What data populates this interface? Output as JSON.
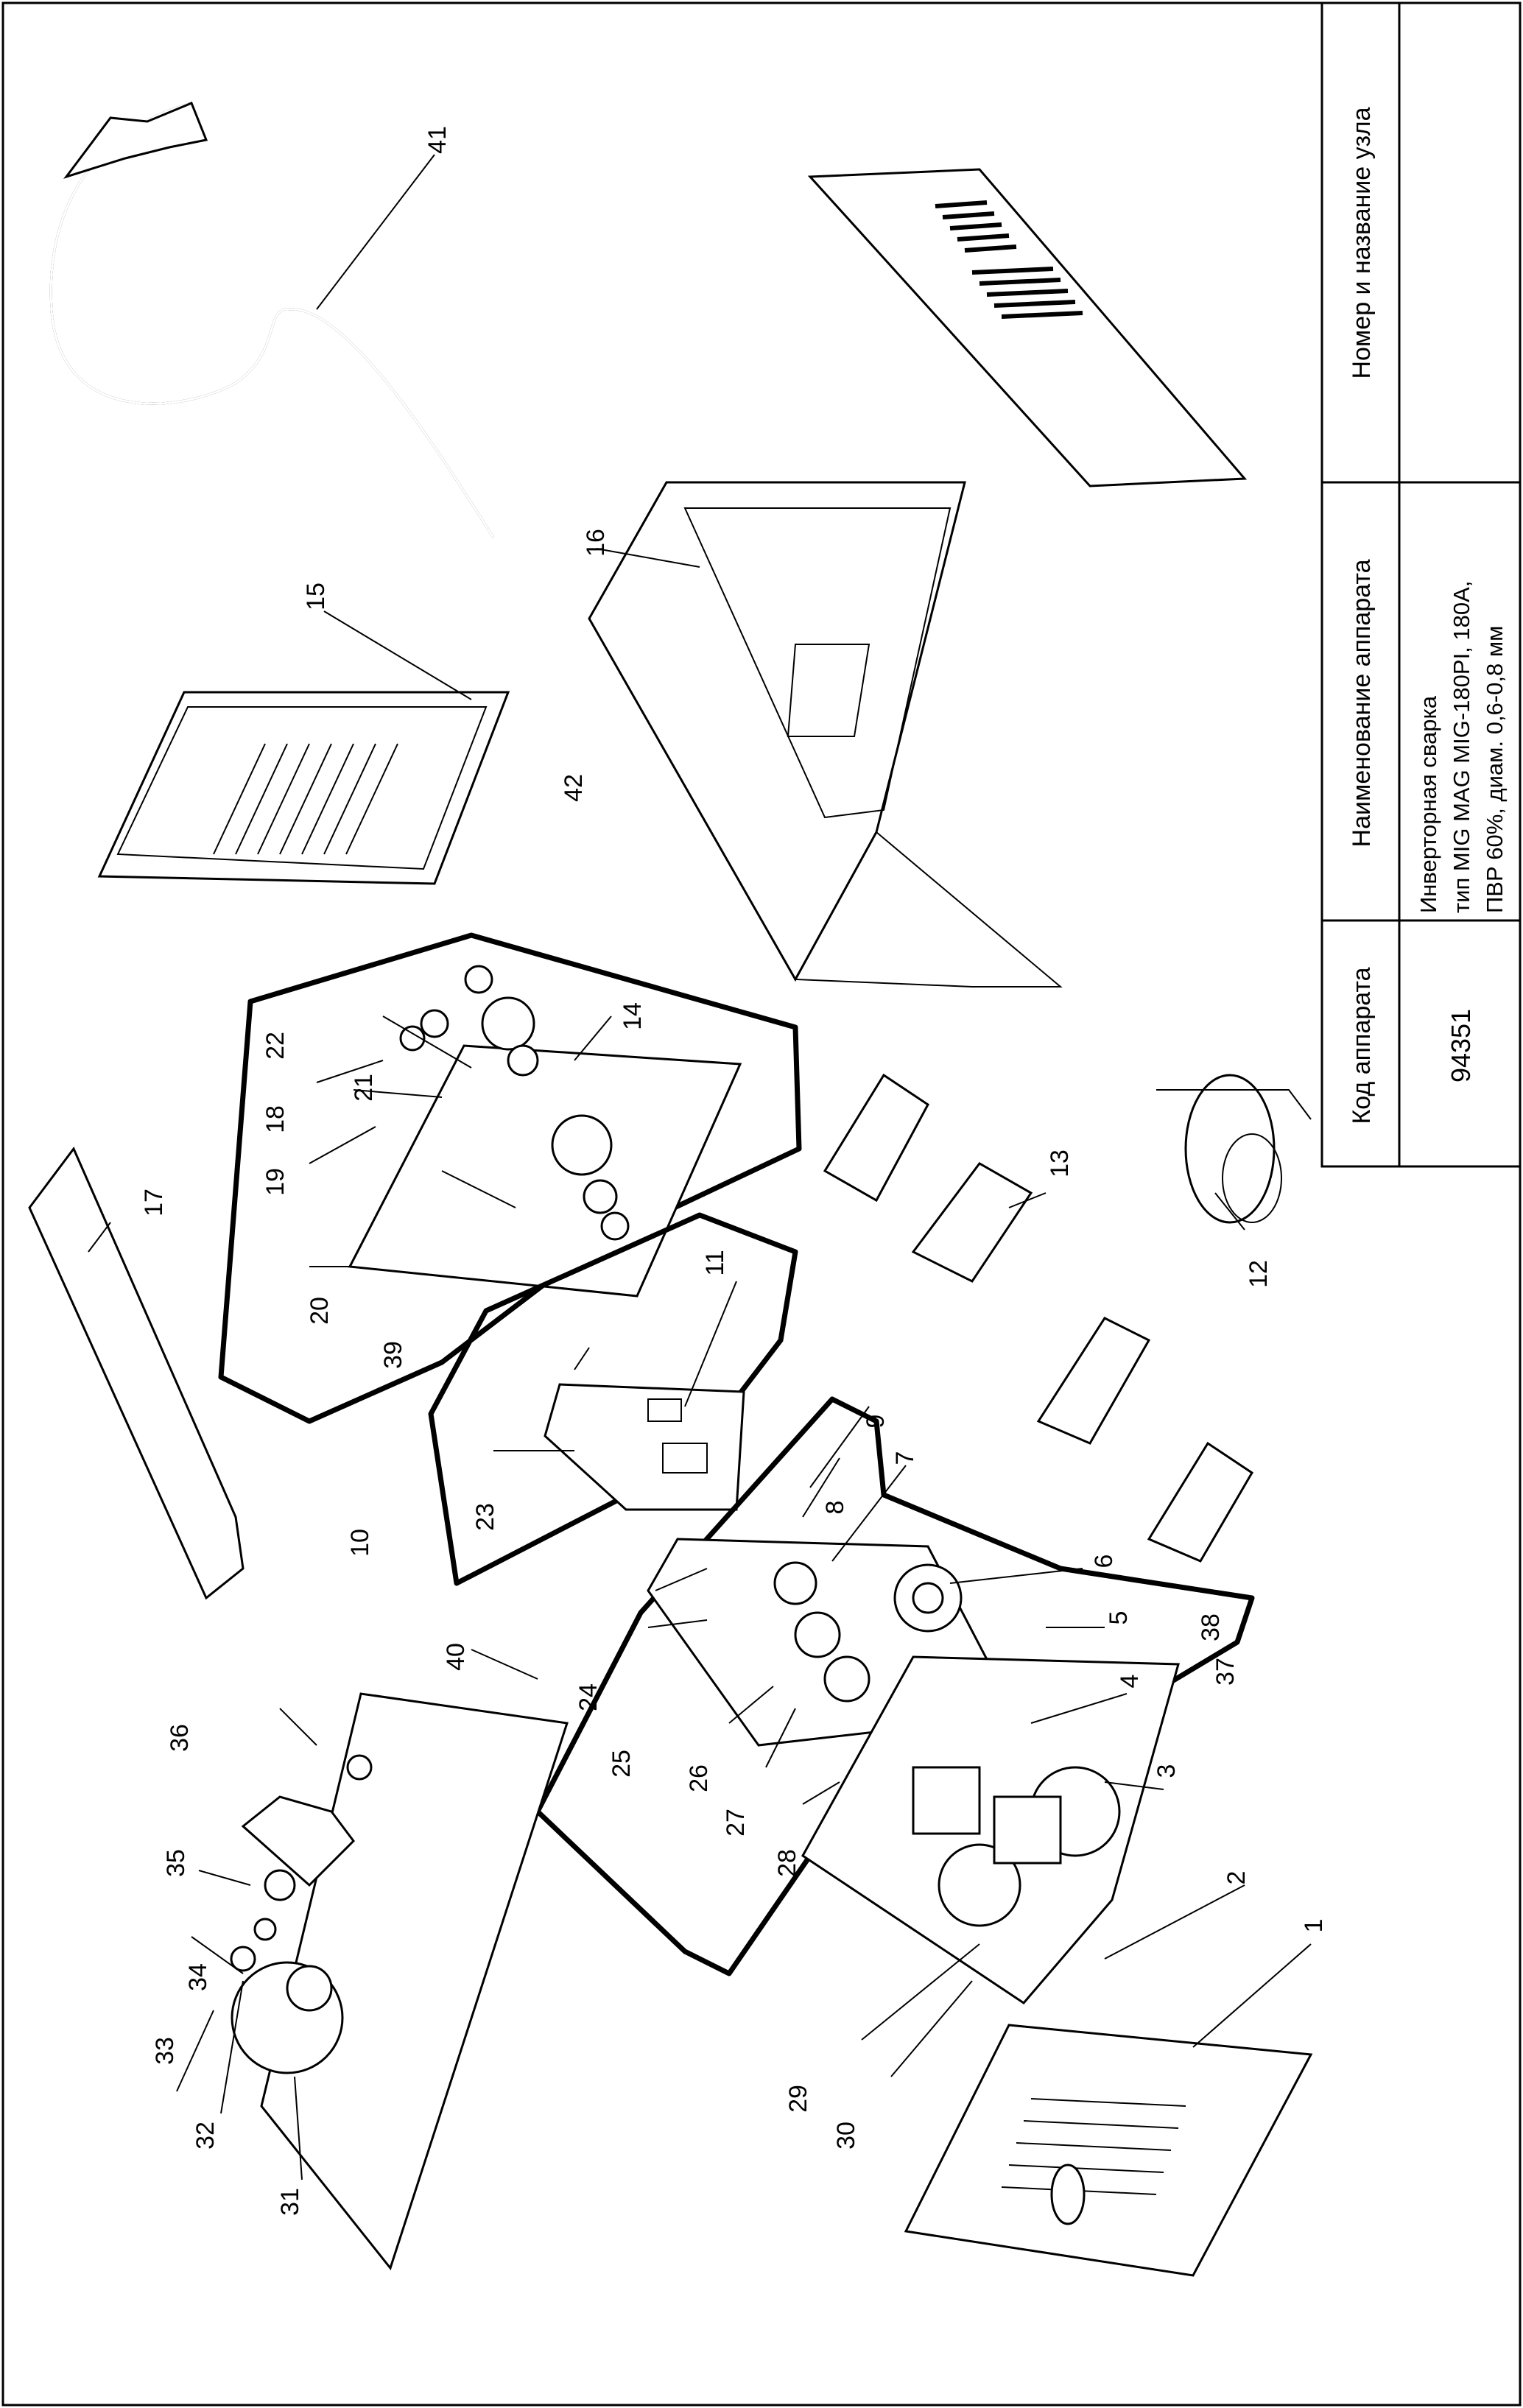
{
  "title_block": {
    "header_code": "Код аппарата",
    "header_name": "Наименование аппарата",
    "header_node": "Номер и название узла",
    "code": "94351",
    "name_line1": "Инверторная сварка",
    "name_line2": "тип MIG MAG MIG-180PI, 180A,",
    "name_line3": "ПВР 60%, диам. 0,6-0,8 мм",
    "node": ""
  },
  "callouts": [
    "1",
    "2",
    "3",
    "4",
    "5",
    "6",
    "7",
    "8",
    "9",
    "10",
    "11",
    "12",
    "13",
    "14",
    "15",
    "16",
    "17",
    "18",
    "19",
    "20",
    "21",
    "22",
    "23",
    "24",
    "25",
    "26",
    "27",
    "28",
    "29",
    "30",
    "31",
    "32",
    "33",
    "34",
    "35",
    "36",
    "37",
    "38",
    "39",
    "40",
    "41",
    "42"
  ]
}
